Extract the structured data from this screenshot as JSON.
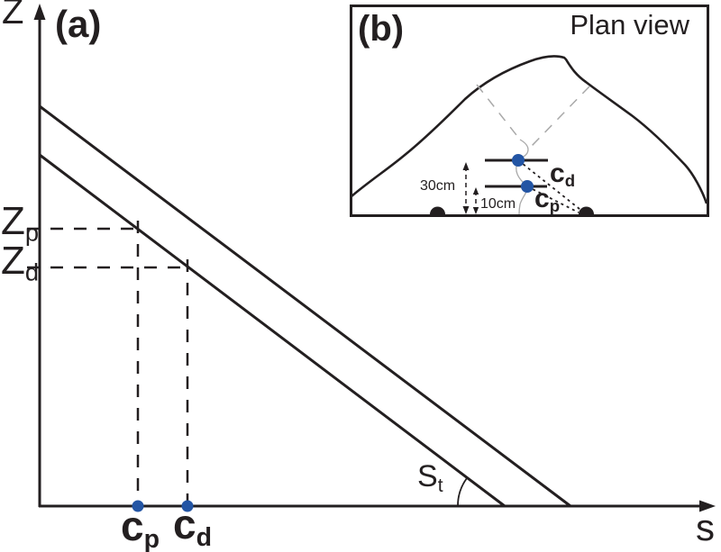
{
  "figure": {
    "colors": {
      "line": "#231f20",
      "marker": "#2355a4",
      "gray": "#a9a9a9"
    },
    "panel_a": {
      "tag": "(a)",
      "y_axis_label": "Z",
      "x_axis_label": "s",
      "labels": {
        "z_p": {
          "main": "Z",
          "sub": "p"
        },
        "z_d": {
          "main": "Z",
          "sub": "d"
        },
        "c_p": {
          "main": "c",
          "sub": "p"
        },
        "c_d": {
          "main": "c",
          "sub": "d"
        },
        "slope": {
          "main": "S",
          "sub": "t"
        }
      }
    },
    "panel_b": {
      "tag": "(b)",
      "title": "Plan view",
      "labels": {
        "c_d": {
          "main": "c",
          "sub": "d"
        },
        "c_p": {
          "main": "c",
          "sub": "p"
        },
        "dist_30": "30cm",
        "dist_10": "10cm"
      }
    }
  }
}
